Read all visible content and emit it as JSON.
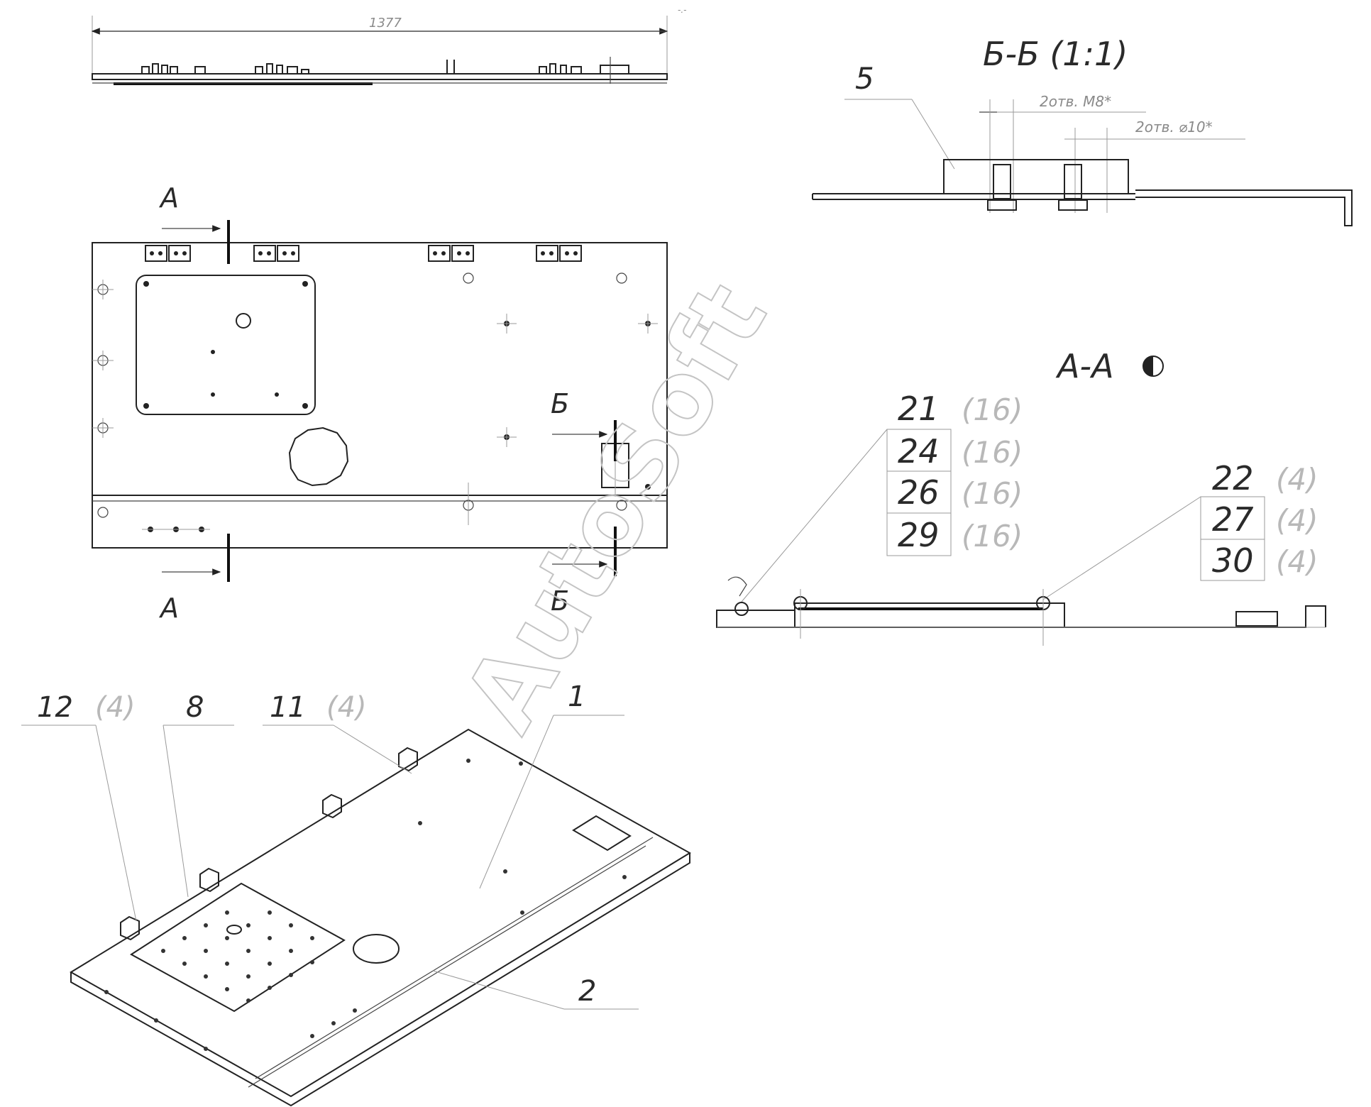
{
  "top_view": {
    "overall_dim": "1377",
    "corner_note": "-.-"
  },
  "section_bb": {
    "title": "Б-Б (1:1)",
    "part": "5",
    "note1": "2отв. M8*",
    "note2": "2отв. ⌀10*"
  },
  "section_aa": {
    "title": "А-А",
    "callout_left": [
      {
        "part": "21",
        "qty": "(16)"
      },
      {
        "part": "24",
        "qty": "(16)"
      },
      {
        "part": "26",
        "qty": "(16)"
      },
      {
        "part": "29",
        "qty": "(16)"
      }
    ],
    "callout_right": [
      {
        "part": "22",
        "qty": "(4)"
      },
      {
        "part": "27",
        "qty": "(4)"
      },
      {
        "part": "30",
        "qty": "(4)"
      }
    ]
  },
  "plan_view": {
    "cut_a_top": "А",
    "cut_a_bottom": "А",
    "cut_b_top": "Б",
    "cut_b_bottom": "Б"
  },
  "iso_view": {
    "labels": [
      {
        "part": "12",
        "qty": "(4)"
      },
      {
        "part": "8",
        "qty": ""
      },
      {
        "part": "11",
        "qty": "(4)"
      },
      {
        "part": "1",
        "qty": ""
      },
      {
        "part": "2",
        "qty": ""
      }
    ]
  },
  "watermark": "AutoSoft"
}
